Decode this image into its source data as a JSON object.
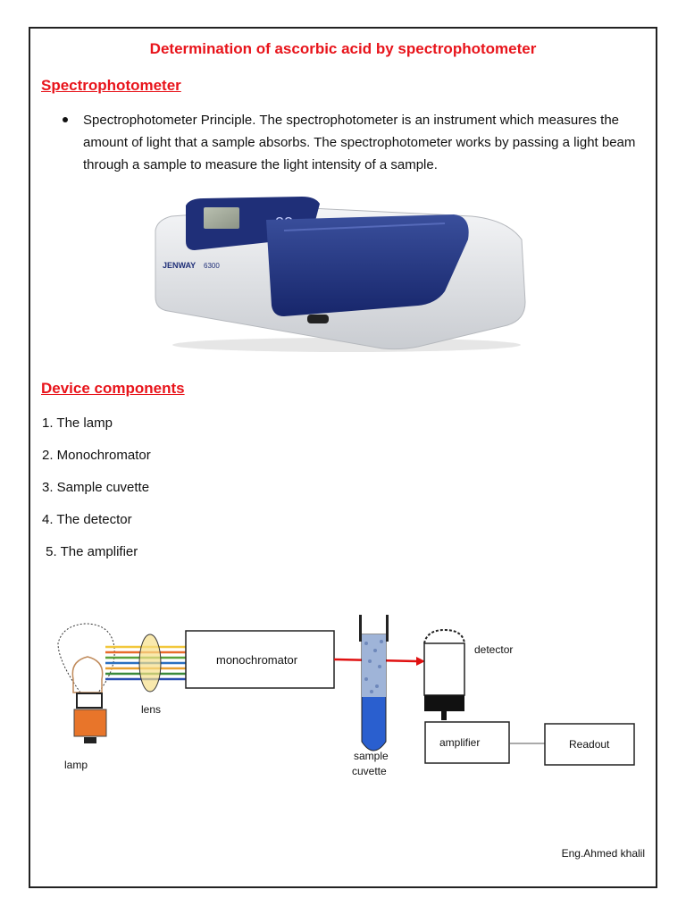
{
  "document": {
    "title": "Determination of ascorbic acid by spectrophotometer",
    "section1_heading": "Spectrophotometer",
    "principle_text": "Spectrophotometer Principle. The spectrophotometer is an instrument which measures the amount of light that a sample absorbs. The spectrophotometer works by passing a light beam through a sample to measure the light intensity of a sample.",
    "device_brand": "JENWAY",
    "device_model": "6300",
    "device_display": "88",
    "section2_heading": "Device components",
    "components": [
      "1. The lamp",
      "2. Monochromator",
      "3. Sample cuvette",
      "4. The detector",
      " 5. The amplifier"
    ],
    "diagram": {
      "lamp": "lamp",
      "lens": "lens",
      "monochromator": "monochromator",
      "sample_line1": "sample",
      "sample_line2": "cuvette",
      "detector": "detector",
      "amplifier": "amplifier",
      "readout": "Readout"
    },
    "credit": "Eng.Ahmed khalil"
  }
}
